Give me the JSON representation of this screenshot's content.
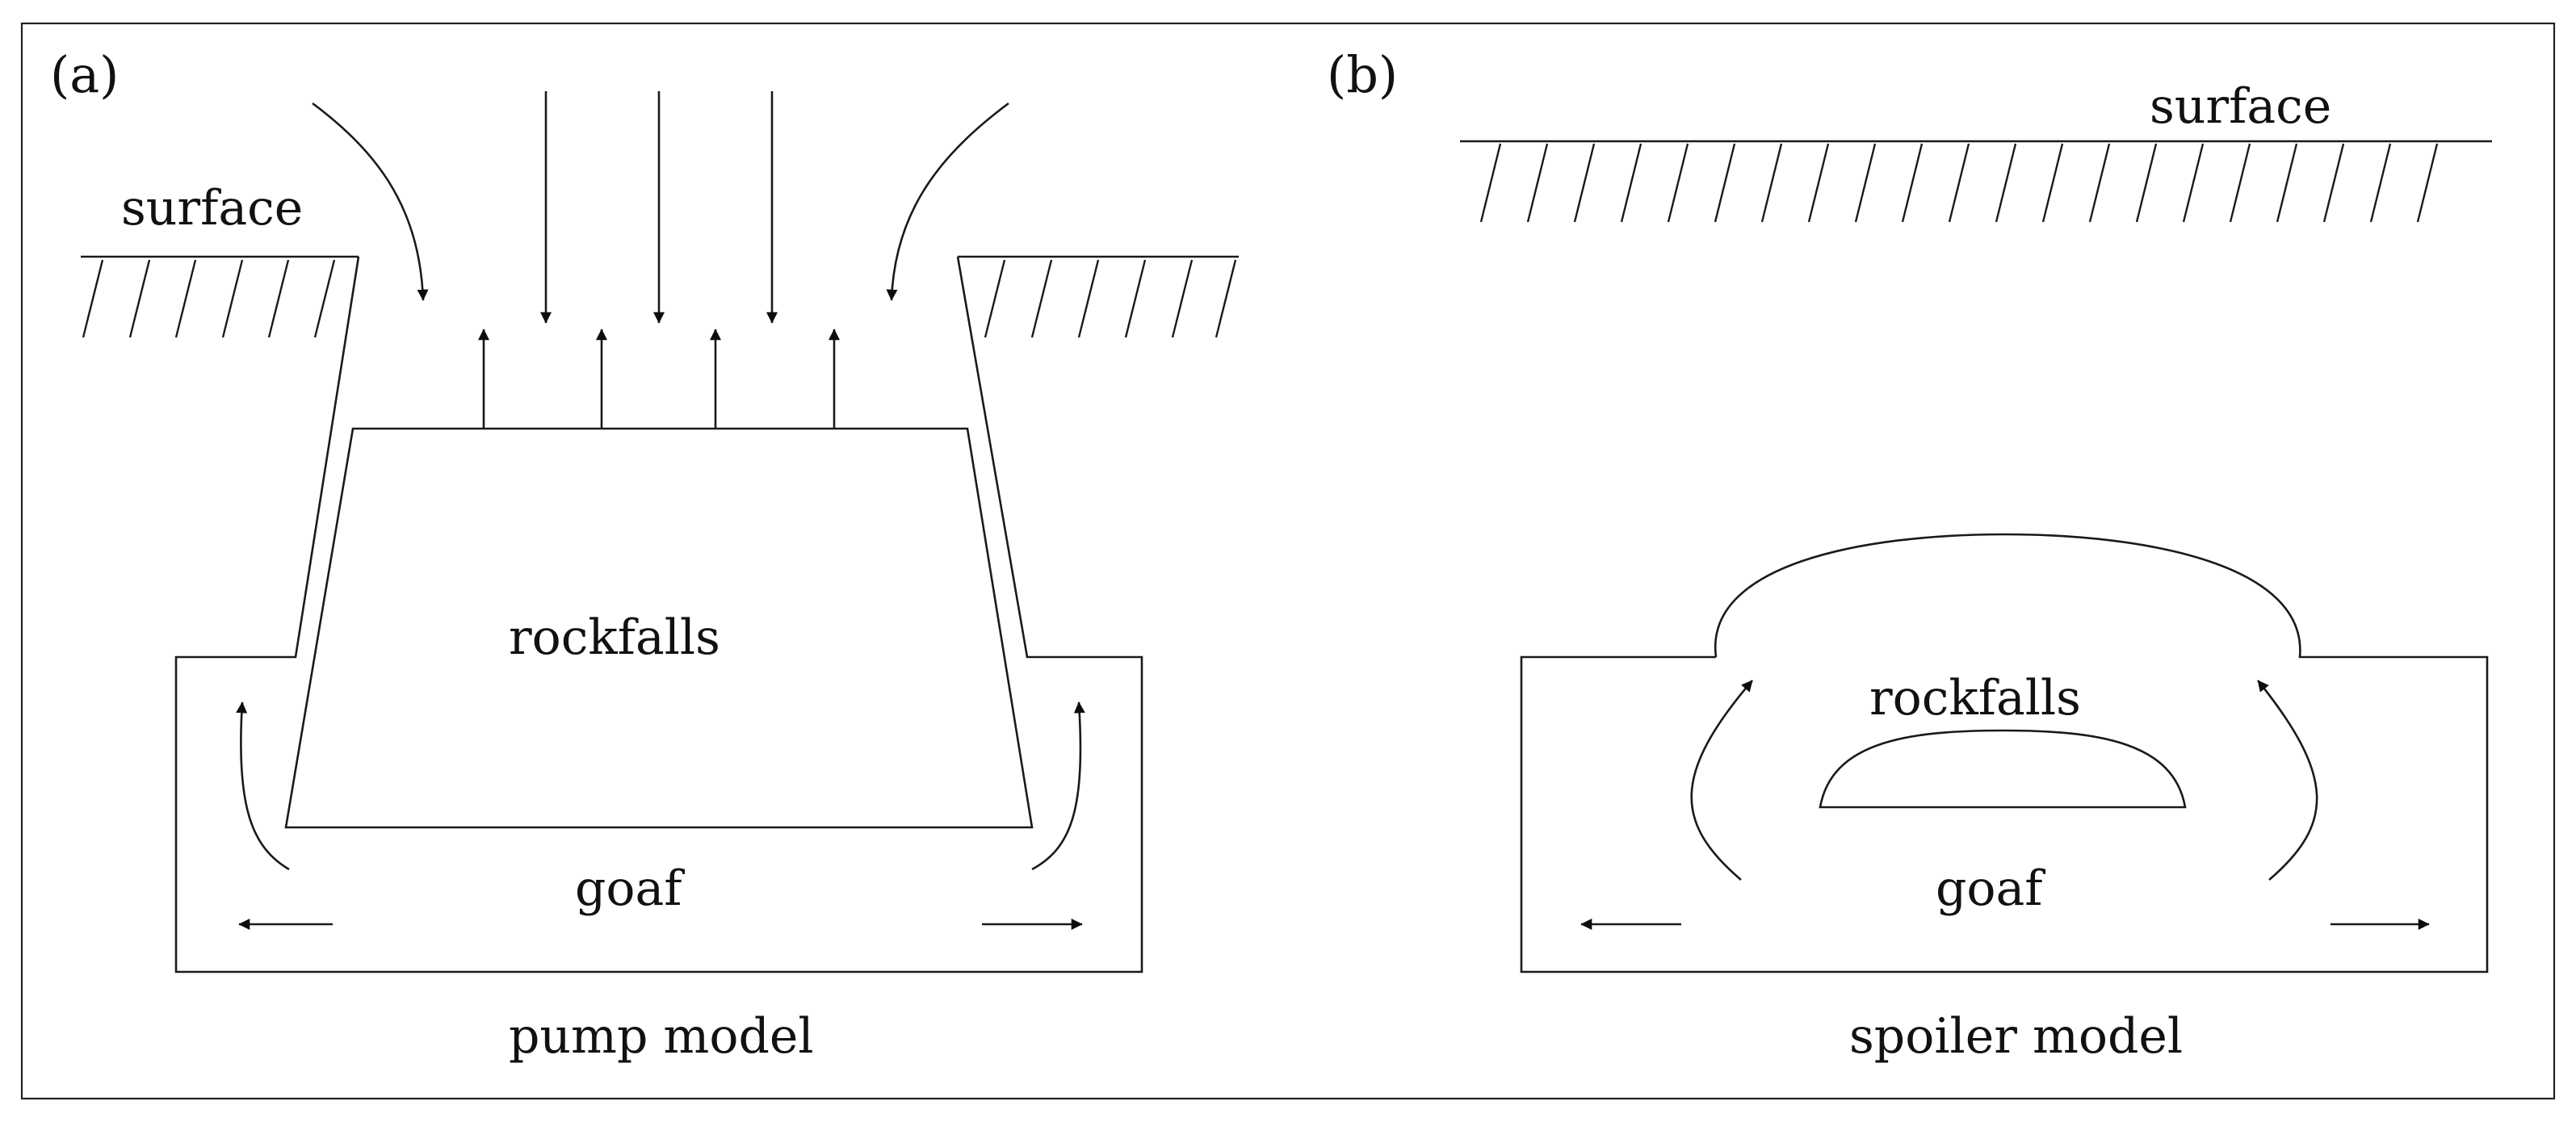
{
  "panels": {
    "a": {
      "panel_label": "(a)",
      "surface_label": "surface",
      "rockfalls_label": "rockfalls",
      "goaf_label": "goaf",
      "caption": "pump model"
    },
    "b": {
      "panel_label": "(b)",
      "surface_label": "surface",
      "rockfalls_label": "rockfalls",
      "goaf_label": "goaf",
      "caption": "spoiler model"
    }
  },
  "colors": {
    "stroke": "#1a1a1a",
    "background": "#ffffff"
  }
}
